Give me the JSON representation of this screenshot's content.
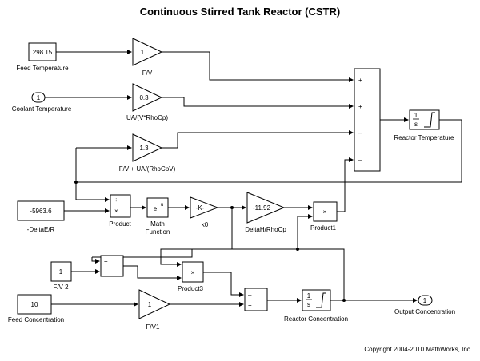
{
  "title": "Continuous Stirred Tank Reactor (CSTR)",
  "copyright": "Copyright 2004-2010 MathWorks, Inc.",
  "blocks": {
    "feed_temperature": {
      "value": "298.15",
      "label": "Feed Temperature"
    },
    "coolant_temperature": {
      "value": "1",
      "label": "Coolant Temperature"
    },
    "gain_fv": {
      "value": "1",
      "label": "F/V"
    },
    "gain_ua": {
      "value": "0.3",
      "label": "UA/(V*RhoCp)"
    },
    "gain_fv_ua": {
      "value": "1.3",
      "label": "F/V + UA/(RhoCpV)"
    },
    "sum_main": {
      "signs": [
        "+",
        "+",
        "–",
        "–"
      ]
    },
    "integrator_temp": {
      "label": "Reactor Temperature",
      "num": "1",
      "den": "s"
    },
    "delta_e": {
      "value": "-5963.6",
      "label": "-DeltaE/R"
    },
    "product": {
      "label": "Product",
      "signs": [
        "÷",
        "×"
      ]
    },
    "math_function": {
      "base": "e",
      "exp": "u",
      "label_1": "Math",
      "label_2": "Function"
    },
    "gain_k0": {
      "value": "-K-",
      "label": "k0"
    },
    "gain_delta_h": {
      "value": "-11.92",
      "label": "DeltaH/RhoCp"
    },
    "product1": {
      "label": "Product1",
      "sym": "×"
    },
    "fv2": {
      "value": "1",
      "label": "F/V 2"
    },
    "sum_small": {
      "signs": [
        "+",
        "+"
      ]
    },
    "product3": {
      "label": "Product3",
      "sym": "×"
    },
    "feed_concentration": {
      "value": "10",
      "label": "Feed Concentration"
    },
    "gain_fv1": {
      "value": "1",
      "label": "F/V1"
    },
    "sum_conc": {
      "signs": [
        "–",
        "+"
      ]
    },
    "integrator_conc": {
      "label": "Reactor Concentration",
      "num": "1",
      "den": "s"
    },
    "output_concentration": {
      "value": "1",
      "label": "Output Concentration"
    }
  }
}
